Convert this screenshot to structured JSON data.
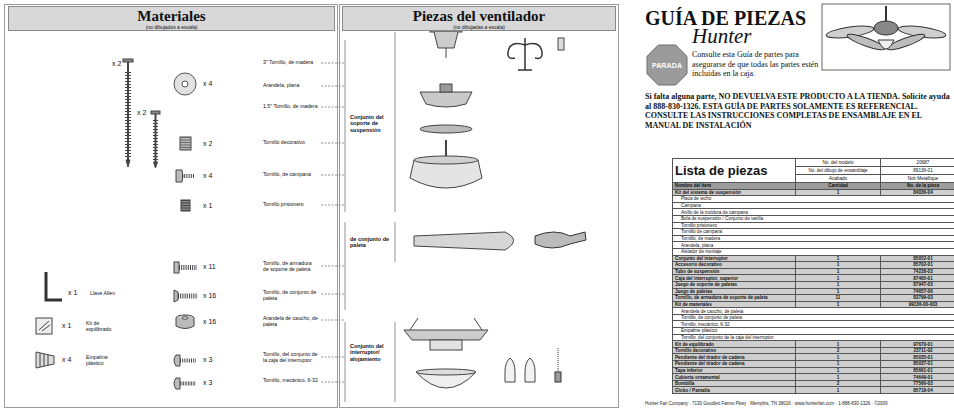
{
  "diagram": {
    "title": "GUÍA DE PIEZAS",
    "nodes": [
      {
        "text": [
          "Materiales",
          "(no dibujados a escala)"
        ]
      },
      {
        "text": [
          "Piezas del ventilador",
          "(no dibujadas a escala)"
        ]
      },
      {
        "text": [
          "PARADA"
        ]
      }
    ],
    "labels": [
      "x 2",
      "3\" Tornillo, de madera",
      "x 4",
      "Arandela, plana",
      "x 2",
      "1.5\" Tornillo, de madera",
      "x 2",
      "Tornillo decorativo",
      "x 4",
      "Tornillo, de campana",
      "x 1",
      "Tornillo prisionero",
      "x 11",
      "Tornillo, de armadura de soporte de paleta",
      "x 16",
      "Tornillo, de conjunto de paleta",
      "x 16",
      "Arandela de caucho, de paleta",
      "x 1",
      "Llave Allen",
      "x 1",
      "Kit de equilibrado",
      "x 4",
      "Empalme plástico",
      "x 3",
      "Tornillo, del conjunto de la caja del interruptor",
      "x 3",
      "Tornillo, mecánico, 6-32",
      "Conjunto del soporte de suspensión",
      "de conjunto de paleta",
      "Conjunto del interruptor/ alojamiento",
      "Hunter",
      "Consulte esta Guía de partes para asegurarse de que todas las partes estén incluidas en la caja.",
      "Si falta alguna parte, NO DEVUELVA ESTE PRODUCTO A LA TIENDA. Solicite ayuda al 888-830-1326. ESTA GUÍA DE PARTES SOLAMENTE ES REFERENCIAL. CONSULTE LAS INSTRUCCIONES COMPLETAS DE ENSAMBLAJE EN EL MANUAL DE INSTALACIÓN",
      "Lista de piezas",
      "No. del modelo",
      "20687",
      "No. del dibujo de ensamblaje",
      "89136-01",
      "Acabado",
      "Noir Metallique",
      "Nombre del ítem",
      "Cantidad",
      "No. de la pieza",
      "Kit del sistema de suspensión",
      "1",
      "84036-04",
      "Placa de techo",
      "Campana",
      "Anillo de la moldura de campana",
      "Bola de suspensión / Conjunto de varilla",
      "Tornillo prisionero",
      "Tornillo de campana",
      "Tornillo, de madera",
      "Arandela, plana",
      "Aislador de montaje",
      "Conjunto del interruptor",
      "1",
      "85052-01",
      "Accesorio decorativo",
      "1",
      "85702-01",
      "Tubo de suspensión",
      "1",
      "74228-03",
      "Caja del interruptor, superior",
      "1",
      "87465-01",
      "Juego de soporte de paletas",
      "1",
      "87947-03",
      "Juego de paletas",
      "1",
      "74657-06",
      "Tornillo, de armadura de soporte de paleta",
      "11",
      "83799-03",
      "Kit de materiales",
      "1",
      "99136-00-003",
      "Arandela de caucho, de paleta",
      "Tornillo, de conjunto de paleta",
      "Tornillo, mecánico, 6-32",
      "Empalme plástico",
      "Tornillo, del conjunto de la caja del interruptor",
      "Kit de equilibrado",
      "1",
      "97670-01",
      "Tornillo decorativo",
      "2",
      "23711-02",
      "Pendiente del tirador de cadena",
      "1",
      "85035-01",
      "Pendiente del tirador de cadena",
      "1",
      "85037-01",
      "Tapa inferior",
      "1",
      "85661-01",
      "Cubierta ornamental",
      "1",
      "74649-01",
      "Bombilla",
      "2",
      "77566-03",
      "Globo / Pantalla",
      "1",
      "85718-04",
      "Hunter Fan Company · 7130 Goodlett Farms Pkwy · Memphis, TN 38016 · www.hunterfan.com · 1-888-830-1326 · ©2009"
    ]
  }
}
